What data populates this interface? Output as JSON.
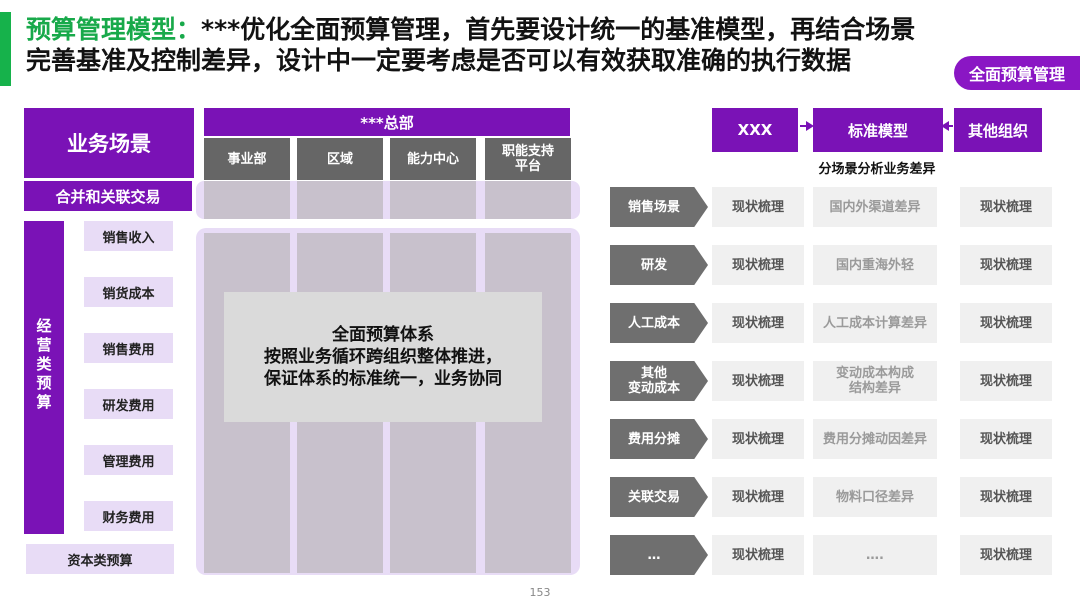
{
  "header": {
    "title_highlight": "预算管理模型：",
    "title_line1_rest": "***优化全面预算管理，首先要设计统一的基准模型，再结合场景",
    "title_line2": "完善基准及控制差异，设计中一定要考虑是否可以有效获取准确的执行数据",
    "tag": "全面预算管理"
  },
  "left": {
    "biz_scene": "业务场景",
    "merge": "合并和关联交易",
    "operating_label": "经\n营\n类\n预\n算",
    "items": [
      "销售收入",
      "销货成本",
      "销售费用",
      "研发费用",
      "管理费用",
      "财务费用"
    ],
    "capital": "资本类预算"
  },
  "middle": {
    "hq": "***总部",
    "columns": [
      "事业部",
      "区域",
      "能力中心",
      "职能支持\n平台"
    ],
    "center_lines": [
      "全面预算体系",
      "按照业务循环跨组织整体推进，",
      "保证体系的标准统一，业务协同"
    ]
  },
  "right": {
    "top_boxes": [
      "XXX",
      "标准模型",
      "其他组织"
    ],
    "subtitle": "分场景分析业务差异",
    "rows": [
      {
        "scene": "销售场景",
        "c1": "现状梳理",
        "c2": "国内外渠道差异",
        "c3": "现状梳理"
      },
      {
        "scene": "研发",
        "c1": "现状梳理",
        "c2": "国内重海外轻",
        "c3": "现状梳理"
      },
      {
        "scene": "人工成本",
        "c1": "现状梳理",
        "c2": "人工成本计算差异",
        "c3": "现状梳理"
      },
      {
        "scene": "其他\n变动成本",
        "c1": "现状梳理",
        "c2": "变动成本构成\n结构差异",
        "c3": "现状梳理"
      },
      {
        "scene": "费用分摊",
        "c1": "现状梳理",
        "c2": "费用分摊动因差异",
        "c3": "现状梳理"
      },
      {
        "scene": "关联交易",
        "c1": "现状梳理",
        "c2": "物料口径差异",
        "c3": "现状梳理"
      },
      {
        "scene": "…",
        "c1": "现状梳理",
        "c2": "….",
        "c3": "现状梳理"
      }
    ]
  },
  "footer": {
    "page": "153"
  }
}
